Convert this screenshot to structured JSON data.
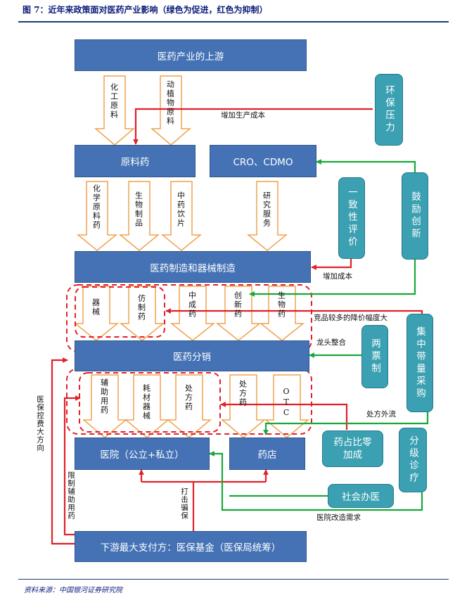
{
  "title": "图 7：近年来政策面对医药产业影响（绿色为促进，红色为抑制）",
  "source": "资料来源：中国银河证券研究院",
  "colors": {
    "promote": "#1aa83a",
    "inhibit": "#e0202a",
    "box": "#4472b5",
    "teal": "#3aa0b2",
    "arrow": "#f0a24e"
  },
  "boxes": {
    "upstream": "医药产业的上游",
    "api": "原料药",
    "cro": "CRO、CDMO",
    "manufacturing": "医药制造和器械制造",
    "distribution": "医药分销",
    "hospital": "医院（公立+私立）",
    "pharmacy": "药店",
    "payer": "下游最大支付方：医保基金（医保局统筹）"
  },
  "policies": {
    "env": "环保压力",
    "consistency": "一致性评价",
    "innovation": "鼓励创新",
    "two_invoice": "两票制",
    "vbp": "集中带量采购",
    "drug_ratio": "药占比零加成",
    "tiered": "分级诊疗",
    "social_pharmacy": "社会办医"
  },
  "flow_labels": {
    "chem_material": "化工原料",
    "plant_animal": "动植物原料",
    "chem_drug": "化学原料药",
    "bio_product": "生物制品",
    "tcm_pieces": "中药饮片",
    "research": "研究服务",
    "device": "器械",
    "generic": "仿制药",
    "tcm": "中成药",
    "innovative": "创新药",
    "biologic": "生物药",
    "adjuvant": "辅助用药",
    "consumables": "耗材器械",
    "rx1": "处方药",
    "rx2": "处方药",
    "otc": "OTC"
  },
  "annotations": {
    "cost_up_1": "增加生产成本",
    "cost_up_2": "增加成本",
    "price_cut": "竞品较多的降价幅度大",
    "leader": "龙头整合",
    "rx_outflow": "处方外流",
    "reform": "医院改造需求",
    "insurance": "医保控费大方向",
    "limit_adjuvant": "限制辅助用药",
    "fraud": "打击骗保"
  }
}
